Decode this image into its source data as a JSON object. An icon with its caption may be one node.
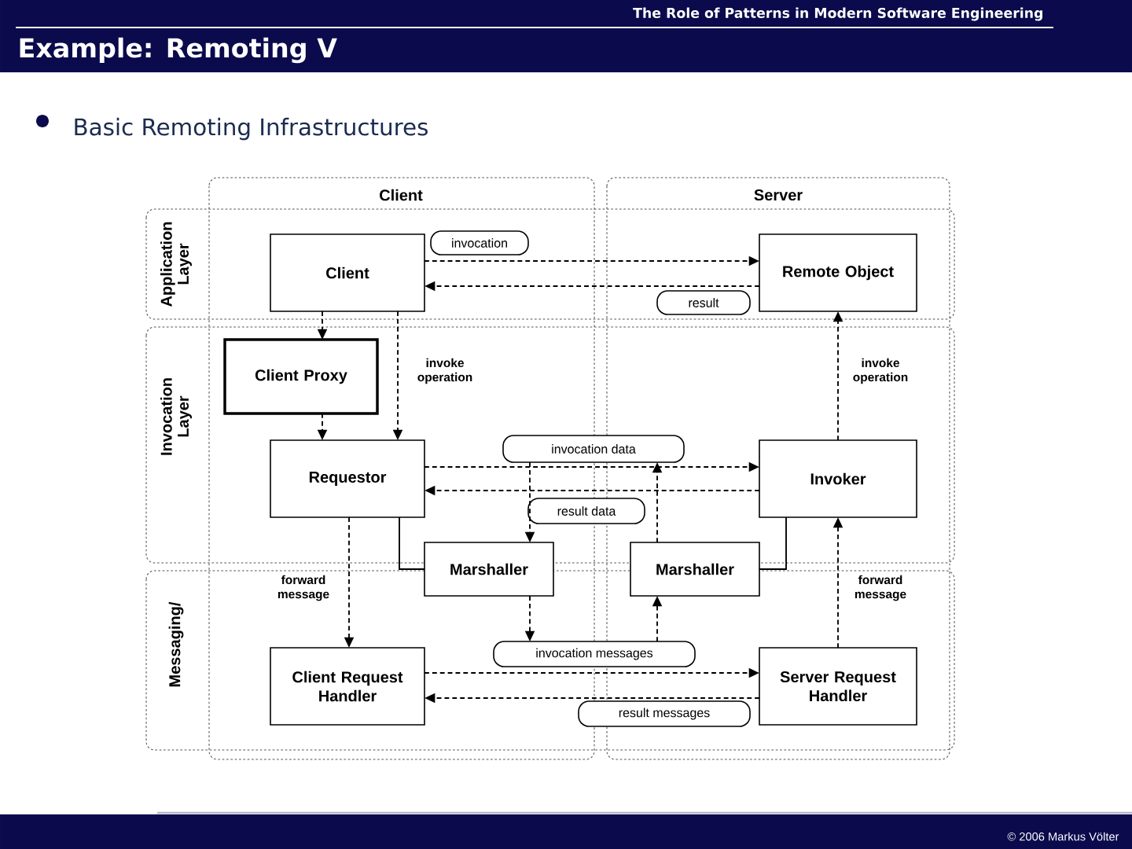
{
  "diagram": {
    "title": "Example: Remoting V",
    "nodes": [
      {
        "text": [
          "Client"
        ]
      },
      {
        "text": [
          "Remote Object"
        ]
      },
      {
        "text": [
          "Client Proxy"
        ]
      },
      {
        "text": [
          "Requestor"
        ]
      },
      {
        "text": [
          "Invoker"
        ]
      },
      {
        "text": [
          "Marshaller"
        ]
      },
      {
        "text": [
          "Marshaller"
        ]
      },
      {
        "text": [
          "Client Request Handler"
        ]
      },
      {
        "text": [
          "Server Request Handler"
        ]
      },
      {
        "text": [
          "invocation"
        ]
      },
      {
        "text": [
          "result"
        ]
      },
      {
        "text": [
          "invocation data"
        ]
      },
      {
        "text": [
          "result data"
        ]
      },
      {
        "text": [
          "invocation messages"
        ]
      },
      {
        "text": [
          "result messages"
        ]
      }
    ],
    "edges": [
      {
        "from": 0,
        "to": 1,
        "arrow": "to",
        "style": "dashed"
      },
      {
        "from": 1,
        "to": 0,
        "arrow": "to",
        "style": "dashed"
      },
      {
        "from": 0,
        "to": 2,
        "arrow": "to",
        "style": "dashed"
      },
      {
        "from": 0,
        "to": 3,
        "arrow": "to",
        "style": "dashed",
        "label": "invoke operation"
      },
      {
        "from": 2,
        "to": 3,
        "arrow": "to",
        "style": "dashed"
      },
      {
        "from": 3,
        "to": 4,
        "arrow": "to",
        "style": "dashed"
      },
      {
        "from": 4,
        "to": 3,
        "arrow": "to",
        "style": "dashed"
      },
      {
        "from": 3,
        "to": 5,
        "arrow": "none"
      },
      {
        "from": 4,
        "to": 6,
        "arrow": "none"
      },
      {
        "from": 11,
        "to": 5,
        "arrow": "to",
        "style": "dashed"
      },
      {
        "from": 6,
        "to": 11,
        "arrow": "to",
        "style": "dashed"
      },
      {
        "from": 5,
        "to": 13,
        "arrow": "to",
        "style": "dashed"
      },
      {
        "from": 13,
        "to": 6,
        "arrow": "to",
        "style": "dashed"
      },
      {
        "from": 3,
        "to": 7,
        "arrow": "to",
        "style": "dashed",
        "label": "forward message"
      },
      {
        "from": 7,
        "to": 8,
        "arrow": "to",
        "style": "dashed"
      },
      {
        "from": 8,
        "to": 7,
        "arrow": "to",
        "style": "dashed"
      },
      {
        "from": 8,
        "to": 4,
        "arrow": "to",
        "style": "dashed",
        "label": "forward message"
      },
      {
        "from": 4,
        "to": 1,
        "arrow": "to",
        "style": "dashed",
        "label": "invoke operation"
      }
    ],
    "labels": [
      "The Role of Patterns in Modern Software Engineering",
      "Basic Remoting Infrastructures",
      "Client",
      "Server",
      "Application Layer",
      "Invocation Layer",
      "Messaging/",
      "© 2006 Markus Völter"
    ]
  }
}
